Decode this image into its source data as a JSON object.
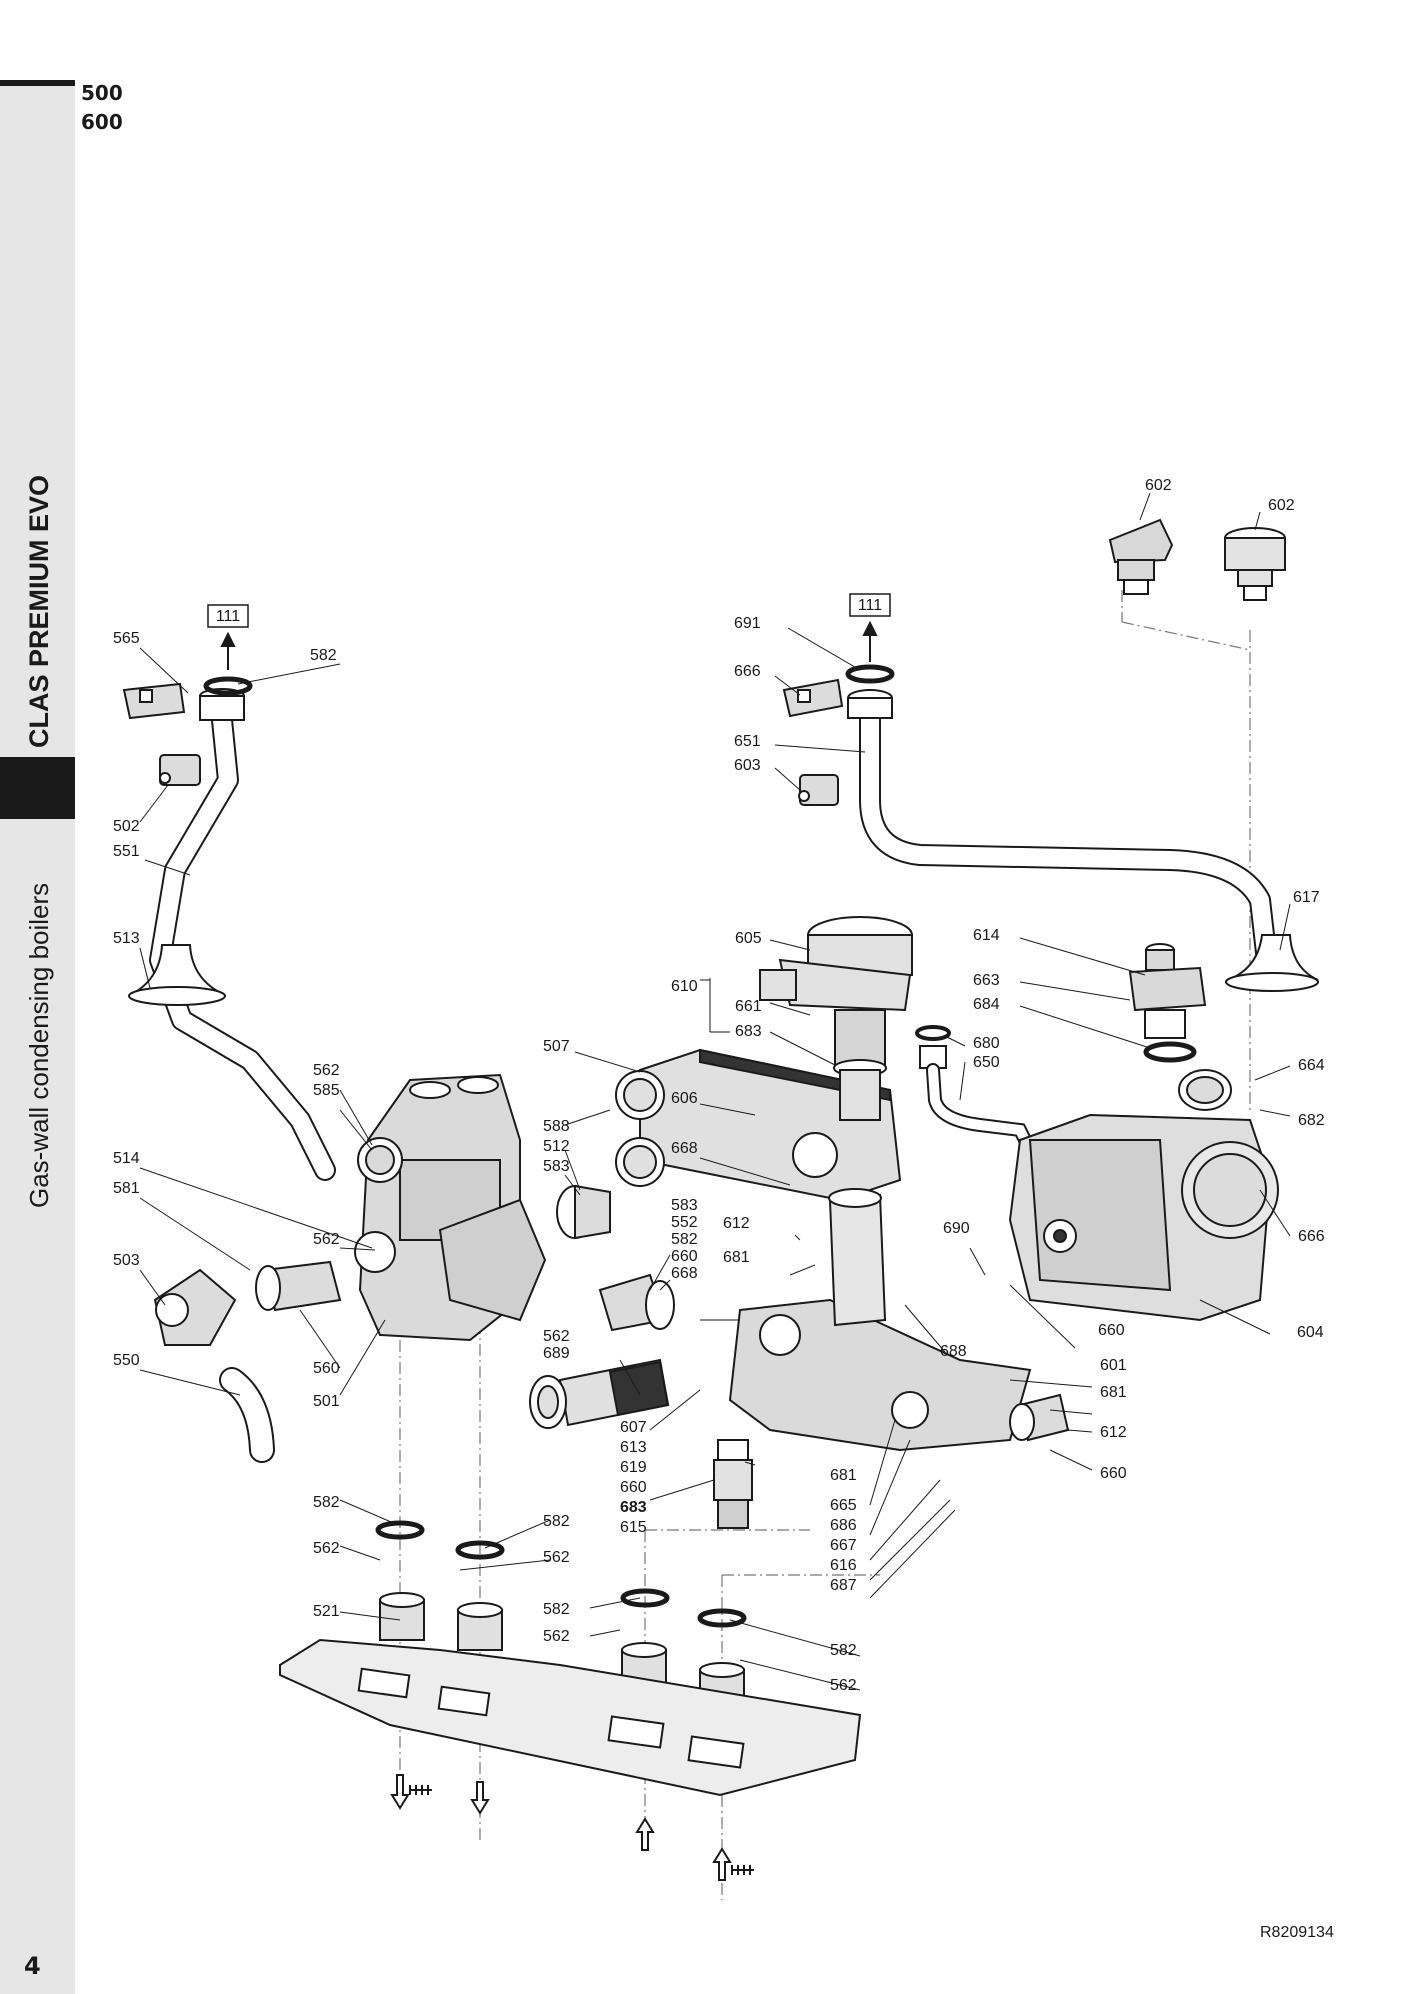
{
  "header": {
    "models": [
      "500",
      "600"
    ]
  },
  "sidebar": {
    "series": "CLAS PREMIUM EVO",
    "category": "Gas-wall condensing boilers"
  },
  "footer": {
    "page": "4",
    "ref": "R8209134"
  },
  "ref_boxes": [
    "111",
    "111"
  ],
  "callouts": [
    "565",
    "582",
    "502",
    "551",
    "513",
    "562",
    "585",
    "514",
    "581",
    "503",
    "550",
    "562",
    "560",
    "501",
    "588",
    "512",
    "583",
    "507",
    "606",
    "668",
    "583",
    "552",
    "582",
    "660",
    "668",
    "562",
    "689",
    "607",
    "613",
    "619",
    "660",
    "683",
    "615",
    "612",
    "681",
    "688",
    "690",
    "660",
    "604",
    "601",
    "681",
    "612",
    "660",
    "681",
    "665",
    "686",
    "667",
    "616",
    "687",
    "691",
    "666",
    "651",
    "603",
    "602",
    "602",
    "617",
    "605",
    "610",
    "661",
    "683",
    "614",
    "663",
    "684",
    "680",
    "650",
    "664",
    "682",
    "666",
    "582",
    "562",
    "521",
    "582",
    "562",
    "582",
    "562",
    "582",
    "562"
  ]
}
